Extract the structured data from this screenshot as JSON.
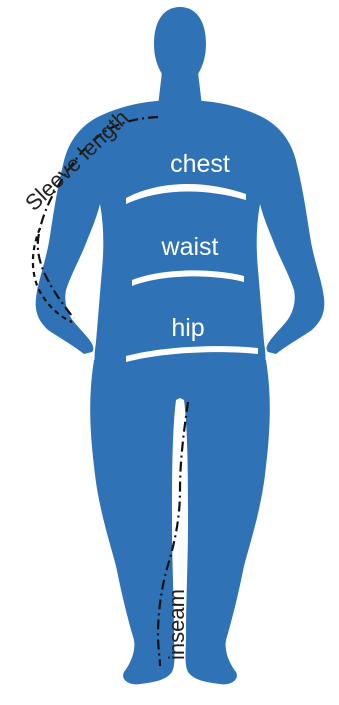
{
  "labels": {
    "sleeve": "Sleeve length",
    "chest": "chest",
    "waist": "waist",
    "hip": "hip",
    "inseam": "inseam"
  },
  "colors": {
    "body": "#2f73b6",
    "measure_line": "#ffffff",
    "guide_line": "#111111",
    "background": "#ffffff"
  }
}
